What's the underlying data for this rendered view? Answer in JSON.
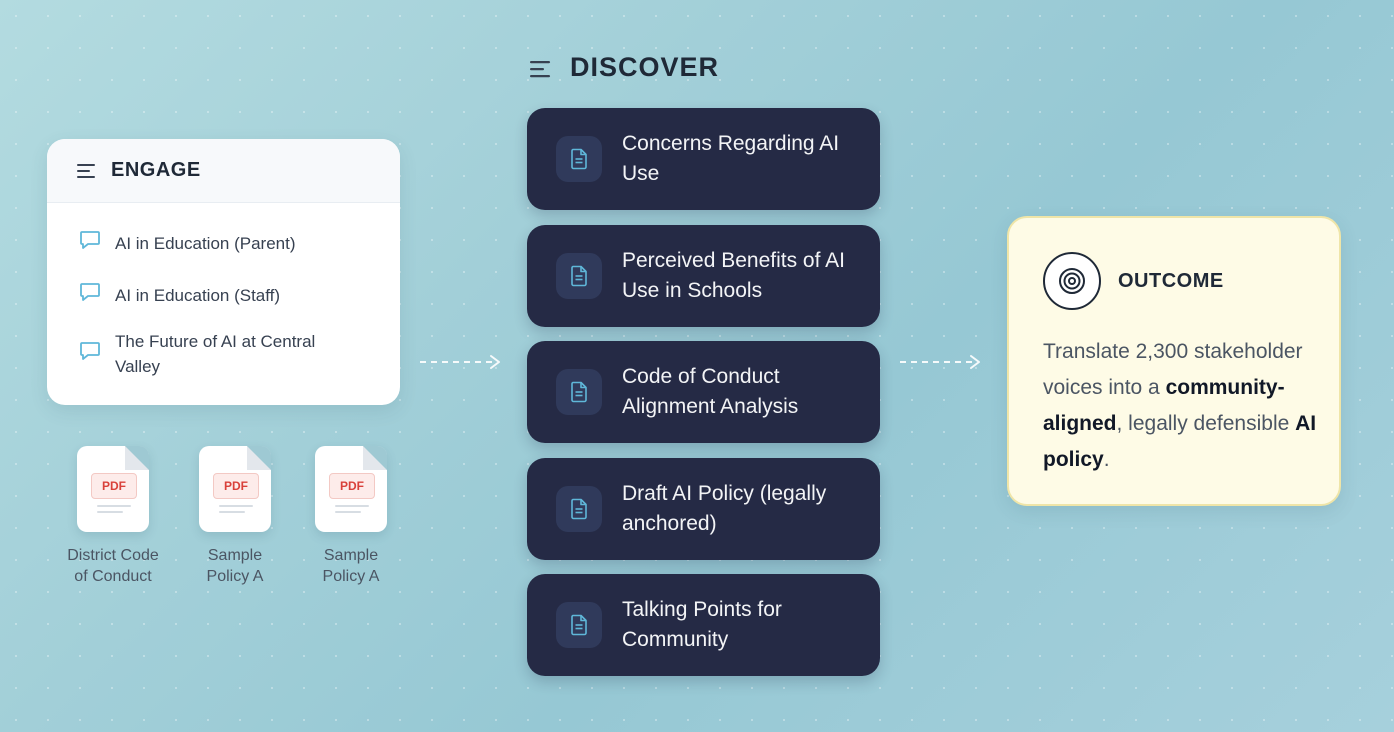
{
  "engage": {
    "title": "ENGAGE",
    "items": [
      {
        "label": "AI in Education (Parent)"
      },
      {
        "label": "AI in Education (Staff)"
      },
      {
        "label": "The Future of AI at Central Valley"
      }
    ]
  },
  "documents": [
    {
      "badge": "PDF",
      "caption": "District Code of Conduct"
    },
    {
      "badge": "PDF",
      "caption": "Sample Policy A"
    },
    {
      "badge": "PDF",
      "caption": "Sample Policy A"
    }
  ],
  "discover": {
    "title": "DISCOVER",
    "items": [
      {
        "label": "Concerns Regarding AI Use"
      },
      {
        "label": "Perceived Benefits of AI Use in Schools"
      },
      {
        "label": "Code of Conduct Alignment Analysis"
      },
      {
        "label": "Draft AI Policy (legally anchored)"
      },
      {
        "label": "Talking Points for Community"
      }
    ]
  },
  "outcome": {
    "title": "OUTCOME",
    "text_part1": "Translate 2,300 stakeholder voices into a ",
    "text_bold1": "community-aligned",
    "text_part2": ", legally defensible ",
    "text_bold2": "AI policy",
    "text_part3": "."
  },
  "colors": {
    "discover_card": "#252a45",
    "accent_icon": "#5fb7d9",
    "pdf_red": "#d9413a",
    "outcome_bg": "#fefbe6"
  }
}
